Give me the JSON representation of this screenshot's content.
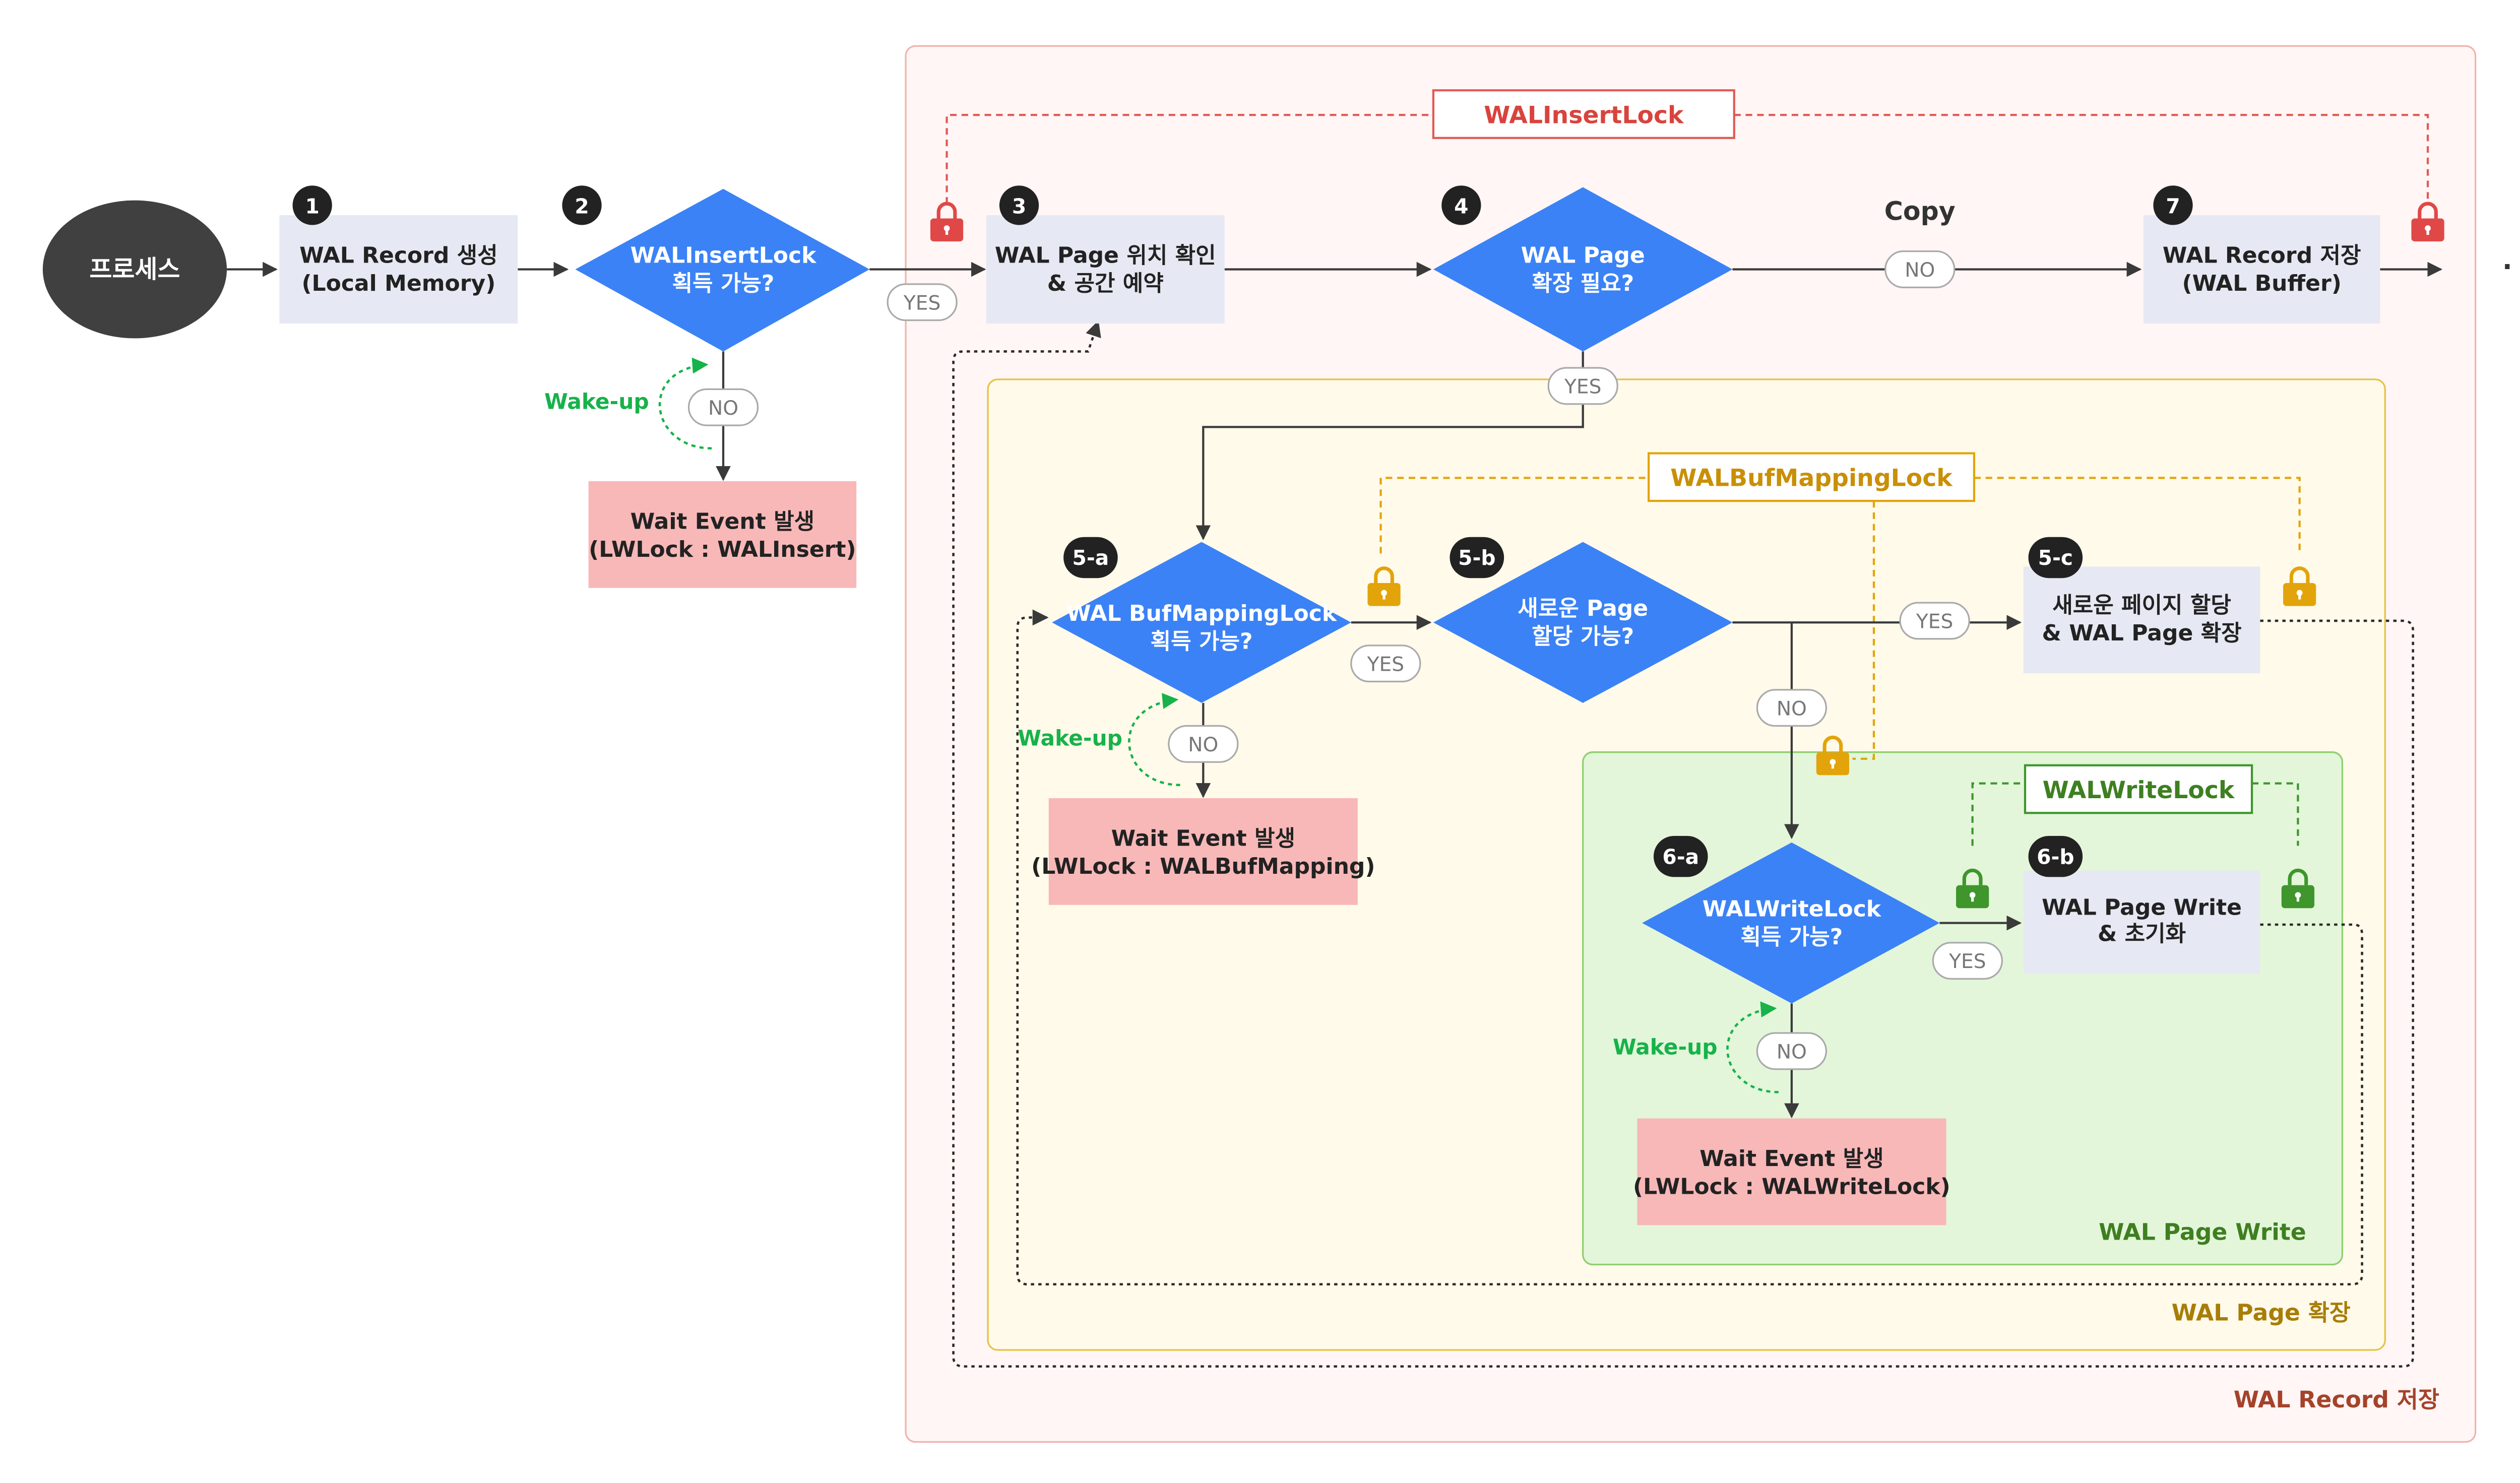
{
  "process": {
    "label": "프로세스"
  },
  "steps": {
    "s1": {
      "badge": "1",
      "line1": "WAL Record 생성",
      "line2": "(Local Memory)"
    },
    "s2": {
      "badge": "2",
      "line1": "WALInsertLock",
      "line2": "획득 가능?"
    },
    "s3": {
      "badge": "3",
      "line1": "WAL Page 위치 확인",
      "line2": "& 공간 예약"
    },
    "s4": {
      "badge": "4",
      "line1": "WAL Page",
      "line2": "확장 필요?"
    },
    "s7": {
      "badge": "7",
      "line1": "WAL Record 저장",
      "line2": "(WAL Buffer)"
    },
    "s5a": {
      "badge": "5-a",
      "line1": "WAL BufMappingLock",
      "line2": "획득 가능?"
    },
    "s5b": {
      "badge": "5-b",
      "line1": "새로운 Page",
      "line2": "할당 가능?"
    },
    "s5c": {
      "badge": "5-c",
      "line1": "새로운 페이지 할당",
      "line2": "& WAL Page 확장"
    },
    "s6a": {
      "badge": "6-a",
      "line1": "WALWriteLock",
      "line2": "획득 가능?"
    },
    "s6b": {
      "badge": "6-b",
      "line1": "WAL Page Write",
      "line2": "& 초기화"
    }
  },
  "waits": {
    "w2": {
      "line1": "Wait Event 발생",
      "line2": "(LWLock : WALInsert)"
    },
    "w5a": {
      "line1": "Wait Event 발생",
      "line2": "(LWLock : WALBufMapping)"
    },
    "w6a": {
      "line1": "Wait Event 발생",
      "line2": "(LWLock : WALWriteLock)"
    }
  },
  "locks": {
    "insert": "WALInsertLock",
    "bufmapping": "WALBufMappingLock",
    "write": "WALWriteLock"
  },
  "regions": {
    "record": "WAL Record 저장",
    "expand": "WAL Page 확장",
    "write": "WAL Page Write"
  },
  "labels": {
    "yes": "YES",
    "no": "NO",
    "wakeup": "Wake-up",
    "copy": "Copy",
    "ellipsis": "· · ·"
  },
  "colors": {
    "blue": "#3b82f6",
    "dark": "#3a3a3a",
    "box": "#e6e9f3",
    "wait": "#f8b8b8",
    "red": "#e04848",
    "amber": "#e2a40a",
    "green": "#3e962c",
    "wakeup": "#17b24a"
  }
}
